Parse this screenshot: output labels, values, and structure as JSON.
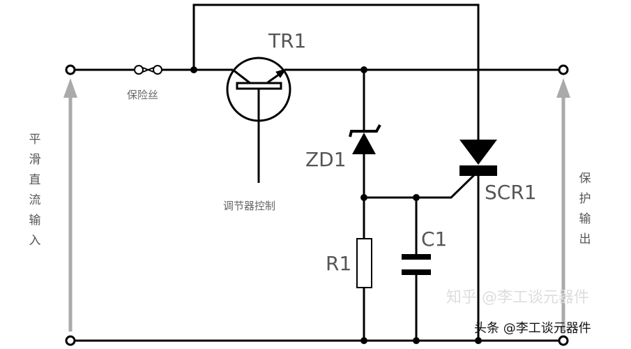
{
  "labels": {
    "transistor": "TR1",
    "zener": "ZD1",
    "scr": "SCR1",
    "resistor": "R1",
    "capacitor": "C1",
    "fuse": "保险丝",
    "regulator_control": "调节器控制",
    "input": "平滑直流输入",
    "output": "保护输出"
  },
  "watermarks": {
    "zhihu": "知乎 @李工谈元器件",
    "toutiao": "头条 @李工谈元器件"
  },
  "colors": {
    "wire": "#000000",
    "arrow": "#aaaaaa",
    "label": "#555555"
  }
}
